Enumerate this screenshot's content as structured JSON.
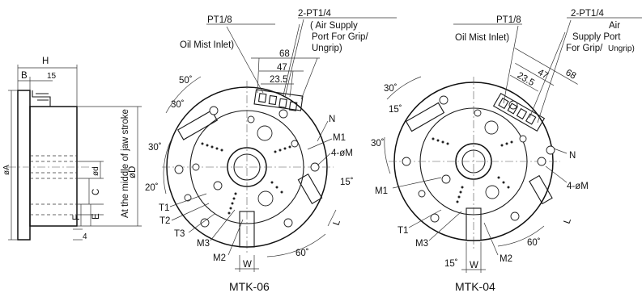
{
  "side_view": {
    "dims": {
      "H": "H",
      "B": "B",
      "B_value": "15",
      "A": "øA",
      "D": "øD",
      "d": "ød",
      "C": "C",
      "E": "E",
      "F": "F",
      "foot": "4"
    },
    "vertical_note": "At the middle of jaw stroke"
  },
  "mtk06": {
    "caption": "MTK-06",
    "ports": {
      "pt18": "PT1/8",
      "pt14": "2-PT1/4",
      "oil": "Oil Mist Inlet)",
      "air_l1": "( Air Supply",
      "air_l2": "Port For Grip/",
      "air_l3": "Ungrip)"
    },
    "dims": {
      "d68": "68",
      "d47": "47",
      "d235": "23.5"
    },
    "angles": {
      "a50": "50˚",
      "a30a": "30˚",
      "a30b": "30˚",
      "a20": "20˚",
      "a15": "15˚",
      "a60": "60˚"
    },
    "labels": {
      "N": "N",
      "M1": "M1",
      "M2": "M2",
      "M3": "M3",
      "T1": "T1",
      "T2": "T2",
      "T3": "T3",
      "M": "4-øM",
      "L": "L",
      "W": "W"
    }
  },
  "mtk04": {
    "caption": "MTK-04",
    "ports": {
      "pt18": "PT1/8",
      "pt14": "2-PT1/4",
      "oil": "Oil Mist Inlet)",
      "air_l1": "Air",
      "air_l2": "Supply Port",
      "air_l3": "For Grip/",
      "air_l3b": "Ungrip)"
    },
    "dims": {
      "d68": "68",
      "d47": "47",
      "d235": "23.5"
    },
    "angles": {
      "a30a": "30˚",
      "a15a": "15˚",
      "a30b": "30˚",
      "a15b": "15˚",
      "a60": "60˚"
    },
    "labels": {
      "N": "N",
      "M1": "M1",
      "M2": "M2",
      "M3": "M3",
      "T1": "T1",
      "M": "4-øM",
      "L": "L",
      "W": "W"
    }
  }
}
